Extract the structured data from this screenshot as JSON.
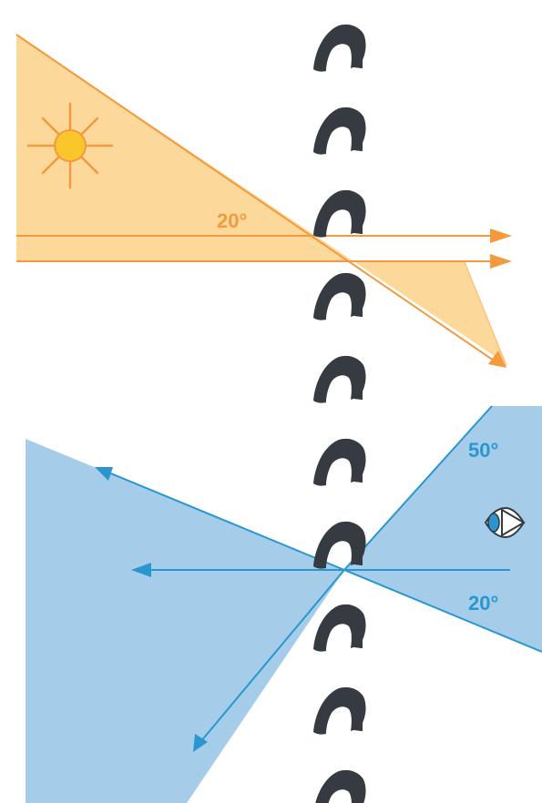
{
  "colors": {
    "background": "#ffffff",
    "sun_fill": "#fcd89a",
    "sun_stroke": "#f29a3d",
    "sun_core": "#fbc62c",
    "view_fill": "#a5cdea",
    "view_stroke": "#2a96cf",
    "slat": "#363b42"
  },
  "icons": {
    "sun": "sun-icon",
    "eye": "eye-icon",
    "slat": "louver-slat-icon"
  },
  "louver": {
    "slat_count": 10
  },
  "sun_section": {
    "angle_label": "20°"
  },
  "view_section": {
    "upper_angle_label": "50°",
    "lower_angle_label": "20°"
  }
}
